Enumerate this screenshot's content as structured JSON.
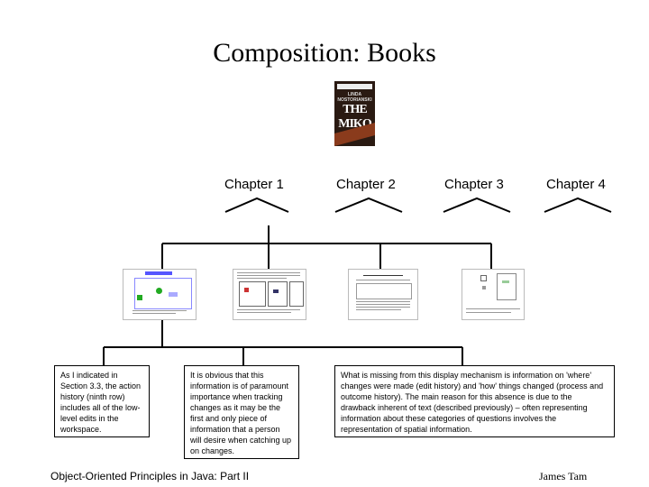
{
  "title": "Composition: Books",
  "book": {
    "author": "LINDA NOSTORIANSKI",
    "name": "THE MIKO"
  },
  "chapters": [
    "Chapter 1",
    "Chapter 2",
    "Chapter 3",
    "Chapter 4"
  ],
  "notes": [
    "As I indicated in Section 3.3, the action history (ninth row) includes all of the low-level edits in the workspace.",
    "It is obvious that this information is of paramount importance when tracking changes as it may be the first and only piece of information that a person will desire when catching up on changes.",
    "What is missing from this display mechanism is information on 'where' changes were made (edit history) and 'how' things changed (process and outcome history). The main reason for this absence is due to the drawback inherent of text (described previously) – often representing information about these categories of questions involves the representation of spatial information."
  ],
  "footer": {
    "left": "Object-Oriented Principles in Java: Part II",
    "right": "James Tam"
  }
}
